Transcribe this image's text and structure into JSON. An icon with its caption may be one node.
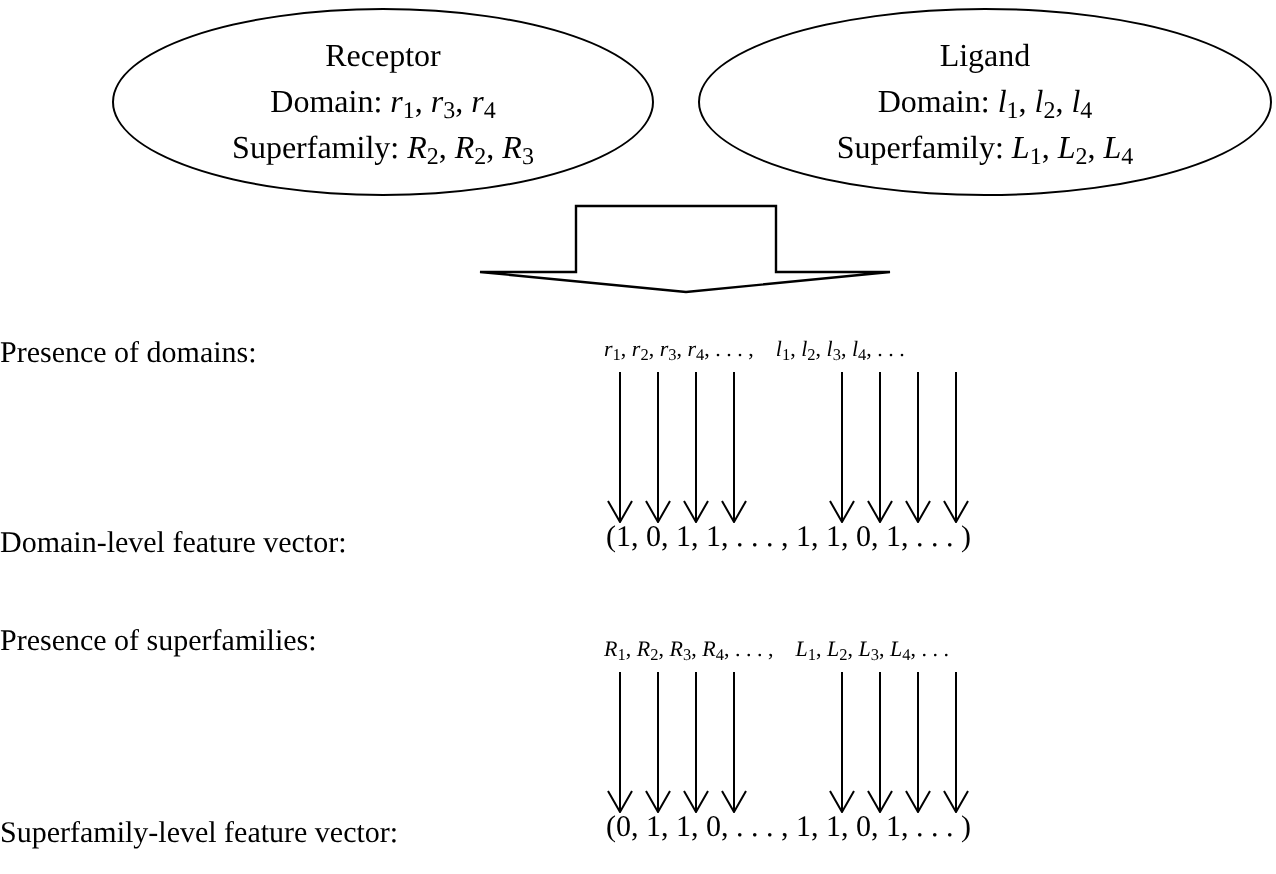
{
  "diagram": {
    "nodes": [
      {
        "text": [
          "Receptor",
          "Domain: *r*$_{1}$, *r*$_{3}$, *r*$_{4}$",
          "Superfamily: *R*$_{2}$, *R*$_{2}$, *R*$_{3}$"
        ]
      },
      {
        "text": [
          "Ligand",
          "Domain: *l*$_{1}$, *l*$_{2}$, *l*$_{4}$",
          "Superfamily: *L*$_{1}$, *L*$_{2}$, *L*$_{4}$"
        ]
      },
      {
        "text": [
          "*r*$_{1}$, *r*$_{2}$, *r*$_{3}$, *r*$_{4}$, . . . ,    *l*$_{1}$, *l*$_{2}$, *l*$_{3}$, *l*$_{4}$, . . ."
        ]
      },
      {
        "text": [
          "(1, 0, 1, 1, . . . , 1, 1, 0, 1, . . . )"
        ]
      },
      {
        "text": [
          "*R*$_{1}$, *R*$_{2}$, *R*$_{3}$, *R*$_{4}$, . . . ,    *L*$_{1}$, *L*$_{2}$, *L*$_{3}$, *L*$_{4}$, . . ."
        ]
      },
      {
        "text": [
          "(0, 1, 1, 0, . . . , 1, 1, 0, 1, . . . )"
        ]
      }
    ],
    "edges": [
      {
        "from": 0,
        "to": 2,
        "arrow": "to",
        "style": "thick"
      },
      {
        "from": 1,
        "to": 2,
        "arrow": "to",
        "style": "thick"
      },
      {
        "from": 2,
        "to": 3,
        "arrow": "to"
      },
      {
        "from": 2,
        "to": 3,
        "arrow": "to"
      },
      {
        "from": 2,
        "to": 3,
        "arrow": "to"
      },
      {
        "from": 2,
        "to": 3,
        "arrow": "to"
      },
      {
        "from": 2,
        "to": 3,
        "arrow": "to"
      },
      {
        "from": 2,
        "to": 3,
        "arrow": "to"
      },
      {
        "from": 2,
        "to": 3,
        "arrow": "to"
      },
      {
        "from": 2,
        "to": 3,
        "arrow": "to"
      },
      {
        "from": 4,
        "to": 5,
        "arrow": "to"
      },
      {
        "from": 4,
        "to": 5,
        "arrow": "to"
      },
      {
        "from": 4,
        "to": 5,
        "arrow": "to"
      },
      {
        "from": 4,
        "to": 5,
        "arrow": "to"
      },
      {
        "from": 4,
        "to": 5,
        "arrow": "to"
      },
      {
        "from": 4,
        "to": 5,
        "arrow": "to"
      },
      {
        "from": 4,
        "to": 5,
        "arrow": "to"
      },
      {
        "from": 4,
        "to": 5,
        "arrow": "to"
      }
    ],
    "labels": [
      "Presence of domains:",
      "Domain-level feature vector:",
      "Presence of superfamilies:",
      "Superfamily-level feature vector:"
    ]
  }
}
